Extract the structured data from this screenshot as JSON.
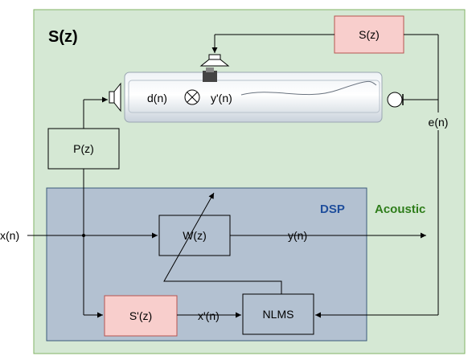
{
  "colors": {
    "acoustic_bg": "#d5e8d4",
    "acoustic_border": "#82b366",
    "dsp_bg": "#b3c1d1",
    "dsp_border": "#3b5a7a",
    "pink_block": "#f8cecc",
    "pink_border": "#b85450",
    "white_block": "#d5e8d4",
    "line": "#000000",
    "dsp_label": "#1f4e9c",
    "acoustic_label": "#2e7d1a"
  },
  "labels": {
    "region_title": "S(z)",
    "dsp": "DSP",
    "acoustic": "Acoustic",
    "input_signal": "x(n)",
    "output_signal": "y(n)",
    "error_signal": "e(n)",
    "filtered_ref": "x'(n)",
    "desired": "d(n)",
    "anti_noise": "y'(n)"
  },
  "blocks": {
    "secondary_path": "S(z)",
    "primary_path": "P(z)",
    "adaptive_filter": "W(z)",
    "secondary_estimate": "S'(z)",
    "nlms": "NLMS"
  },
  "icons": [
    "speaker-icon",
    "microphone-icon",
    "summing-junction-icon",
    "duct-photo"
  ]
}
